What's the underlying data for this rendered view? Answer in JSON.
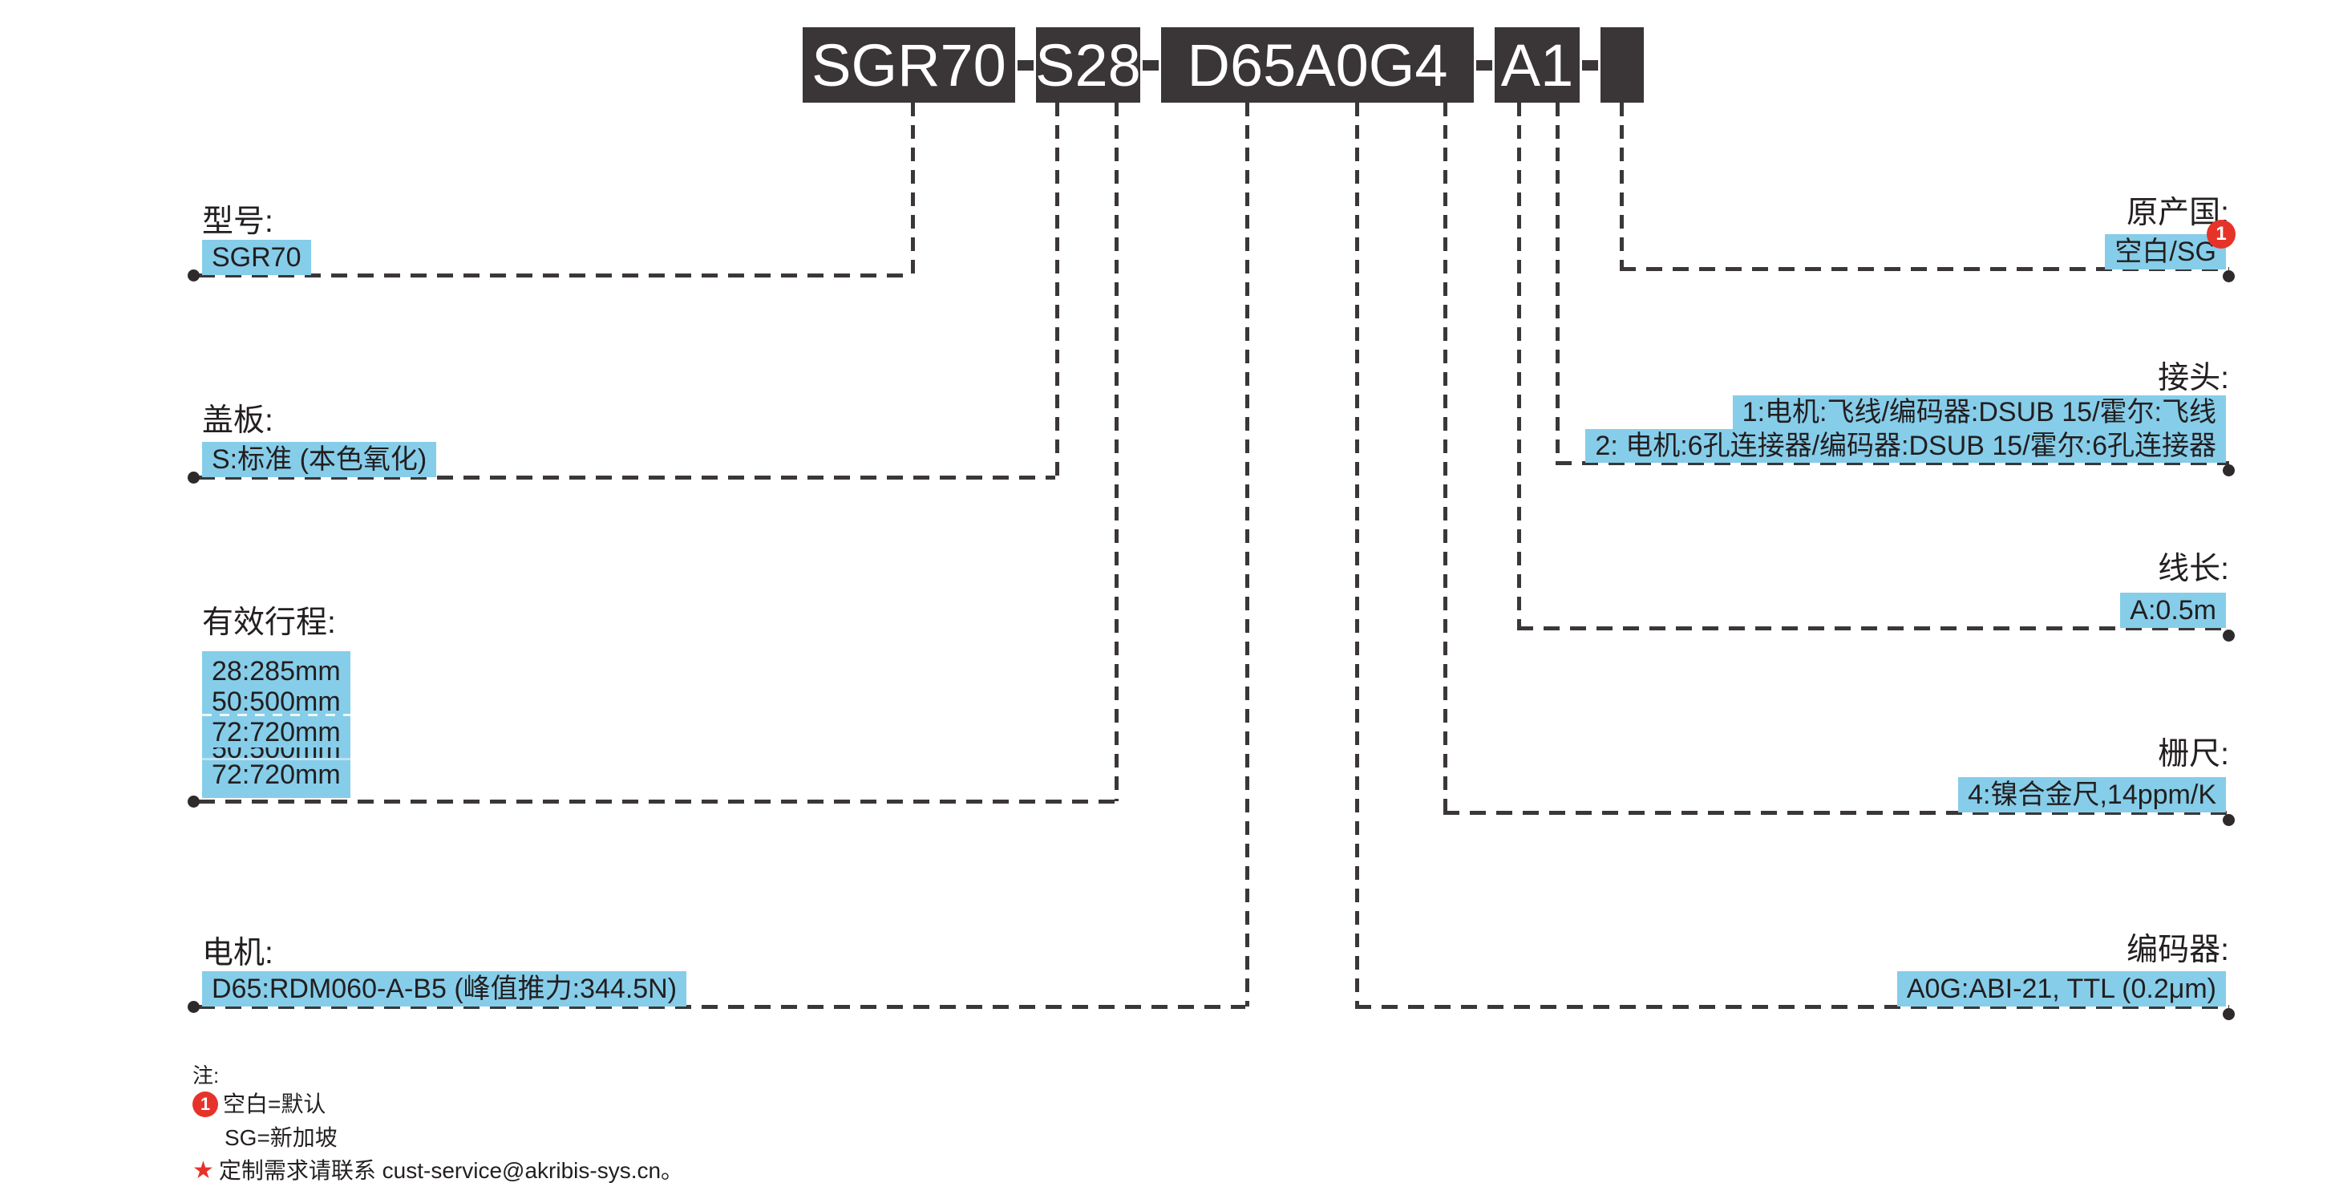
{
  "product_code": {
    "full_code": "SGR70-S28-D65A0G4-A1-",
    "separator": "-",
    "segments": [
      "SGR70",
      "S28",
      "D65A0G4",
      "A1",
      ""
    ]
  },
  "fields": {
    "model": {
      "label": "型号:",
      "value": "SGR70"
    },
    "cover": {
      "label": "盖板:",
      "value": "S:标准 (本色氧化)"
    },
    "stroke": {
      "label": "有效行程:",
      "values": [
        "28:285mm",
        "50:500mm",
        "72:720mm",
        "50:500mm",
        "72:720mm"
      ]
    },
    "motor": {
      "label": "电机:",
      "value": "D65:RDM060-A-B5 (峰值推力:344.5N)"
    },
    "origin": {
      "label": "原产国:",
      "value": "空白/SG",
      "badge": "1"
    },
    "connector": {
      "label": "接头:",
      "values": [
        "1:电机:飞线/编码器:DSUB 15/霍尔:飞线",
        "2: 电机:6孔连接器/编码器:DSUB 15/霍尔:6孔连接器"
      ]
    },
    "cable_length": {
      "label": "线长:",
      "value": "A:0.5m"
    },
    "scale": {
      "label": "栅尺:",
      "value": "4:镍合金尺,14ppm/K"
    },
    "encoder": {
      "label": "编码器:",
      "value": "A0G:ABI-21, TTL (0.2μm)"
    }
  },
  "notes": {
    "heading": "注:",
    "badge": "1",
    "note1": "空白=默认",
    "note2": "SG=新加坡",
    "star": "★",
    "note3": "定制需求请联系 cust-service@akribis-sys.cn。"
  },
  "colors": {
    "highlight_blue": "#86cde9",
    "code_box_dark": "#3a3536",
    "accent_red": "#e6332a",
    "line_dark": "#3b3738"
  }
}
